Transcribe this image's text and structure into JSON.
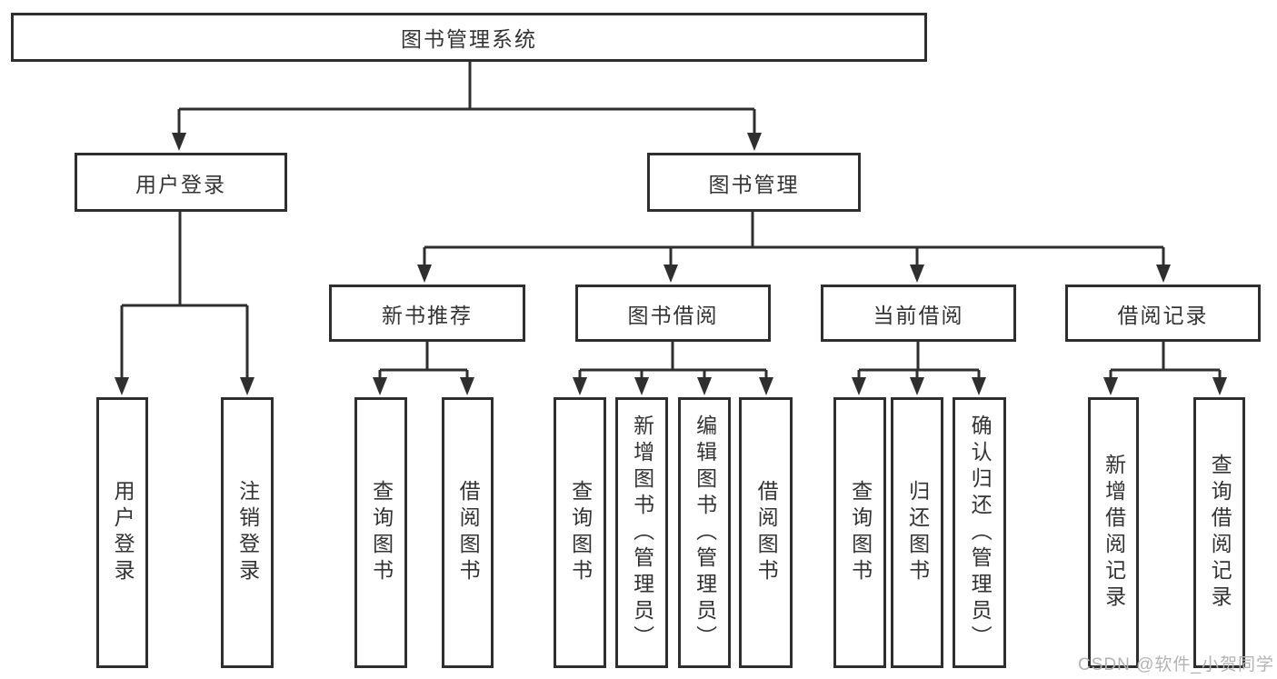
{
  "diagram": {
    "title": "图书管理系统",
    "type": "hierarchy-tree",
    "colors": {
      "line": "#2f2f2f",
      "box_border": "#2f2f2f",
      "text": "#333333",
      "background": "#ffffff",
      "watermark": "#b3b3b3"
    },
    "nodes": {
      "root": {
        "label": "图书管理系统"
      },
      "level2": [
        {
          "label": "用户登录",
          "parent": "图书管理系统"
        },
        {
          "label": "图书管理",
          "parent": "图书管理系统"
        }
      ],
      "level3": [
        {
          "label": "新书推荐",
          "parent": "图书管理"
        },
        {
          "label": "图书借阅",
          "parent": "图书管理"
        },
        {
          "label": "当前借阅",
          "parent": "图书管理"
        },
        {
          "label": "借阅记录",
          "parent": "图书管理"
        }
      ],
      "leaves": [
        {
          "label": "用户登录",
          "parent": "用户登录"
        },
        {
          "label": "注销登录",
          "parent": "用户登录"
        },
        {
          "label": "查询图书",
          "parent": "新书推荐"
        },
        {
          "label": "借阅图书",
          "parent": "新书推荐"
        },
        {
          "label": "查询图书",
          "parent": "图书借阅"
        },
        {
          "label": "新增图书（管理员）",
          "parent": "图书借阅"
        },
        {
          "label": "编辑图书（管理员）",
          "parent": "图书借阅"
        },
        {
          "label": "借阅图书",
          "parent": "图书借阅"
        },
        {
          "label": "查询图书",
          "parent": "当前借阅"
        },
        {
          "label": "归还图书",
          "parent": "当前借阅"
        },
        {
          "label": "确认归还（管理员）",
          "parent": "当前借阅"
        },
        {
          "label": "新增借阅记录",
          "parent": "借阅记录"
        },
        {
          "label": "查询借阅记录",
          "parent": "借阅记录"
        }
      ]
    },
    "watermark": "CSDN @软件_小贺同学"
  }
}
